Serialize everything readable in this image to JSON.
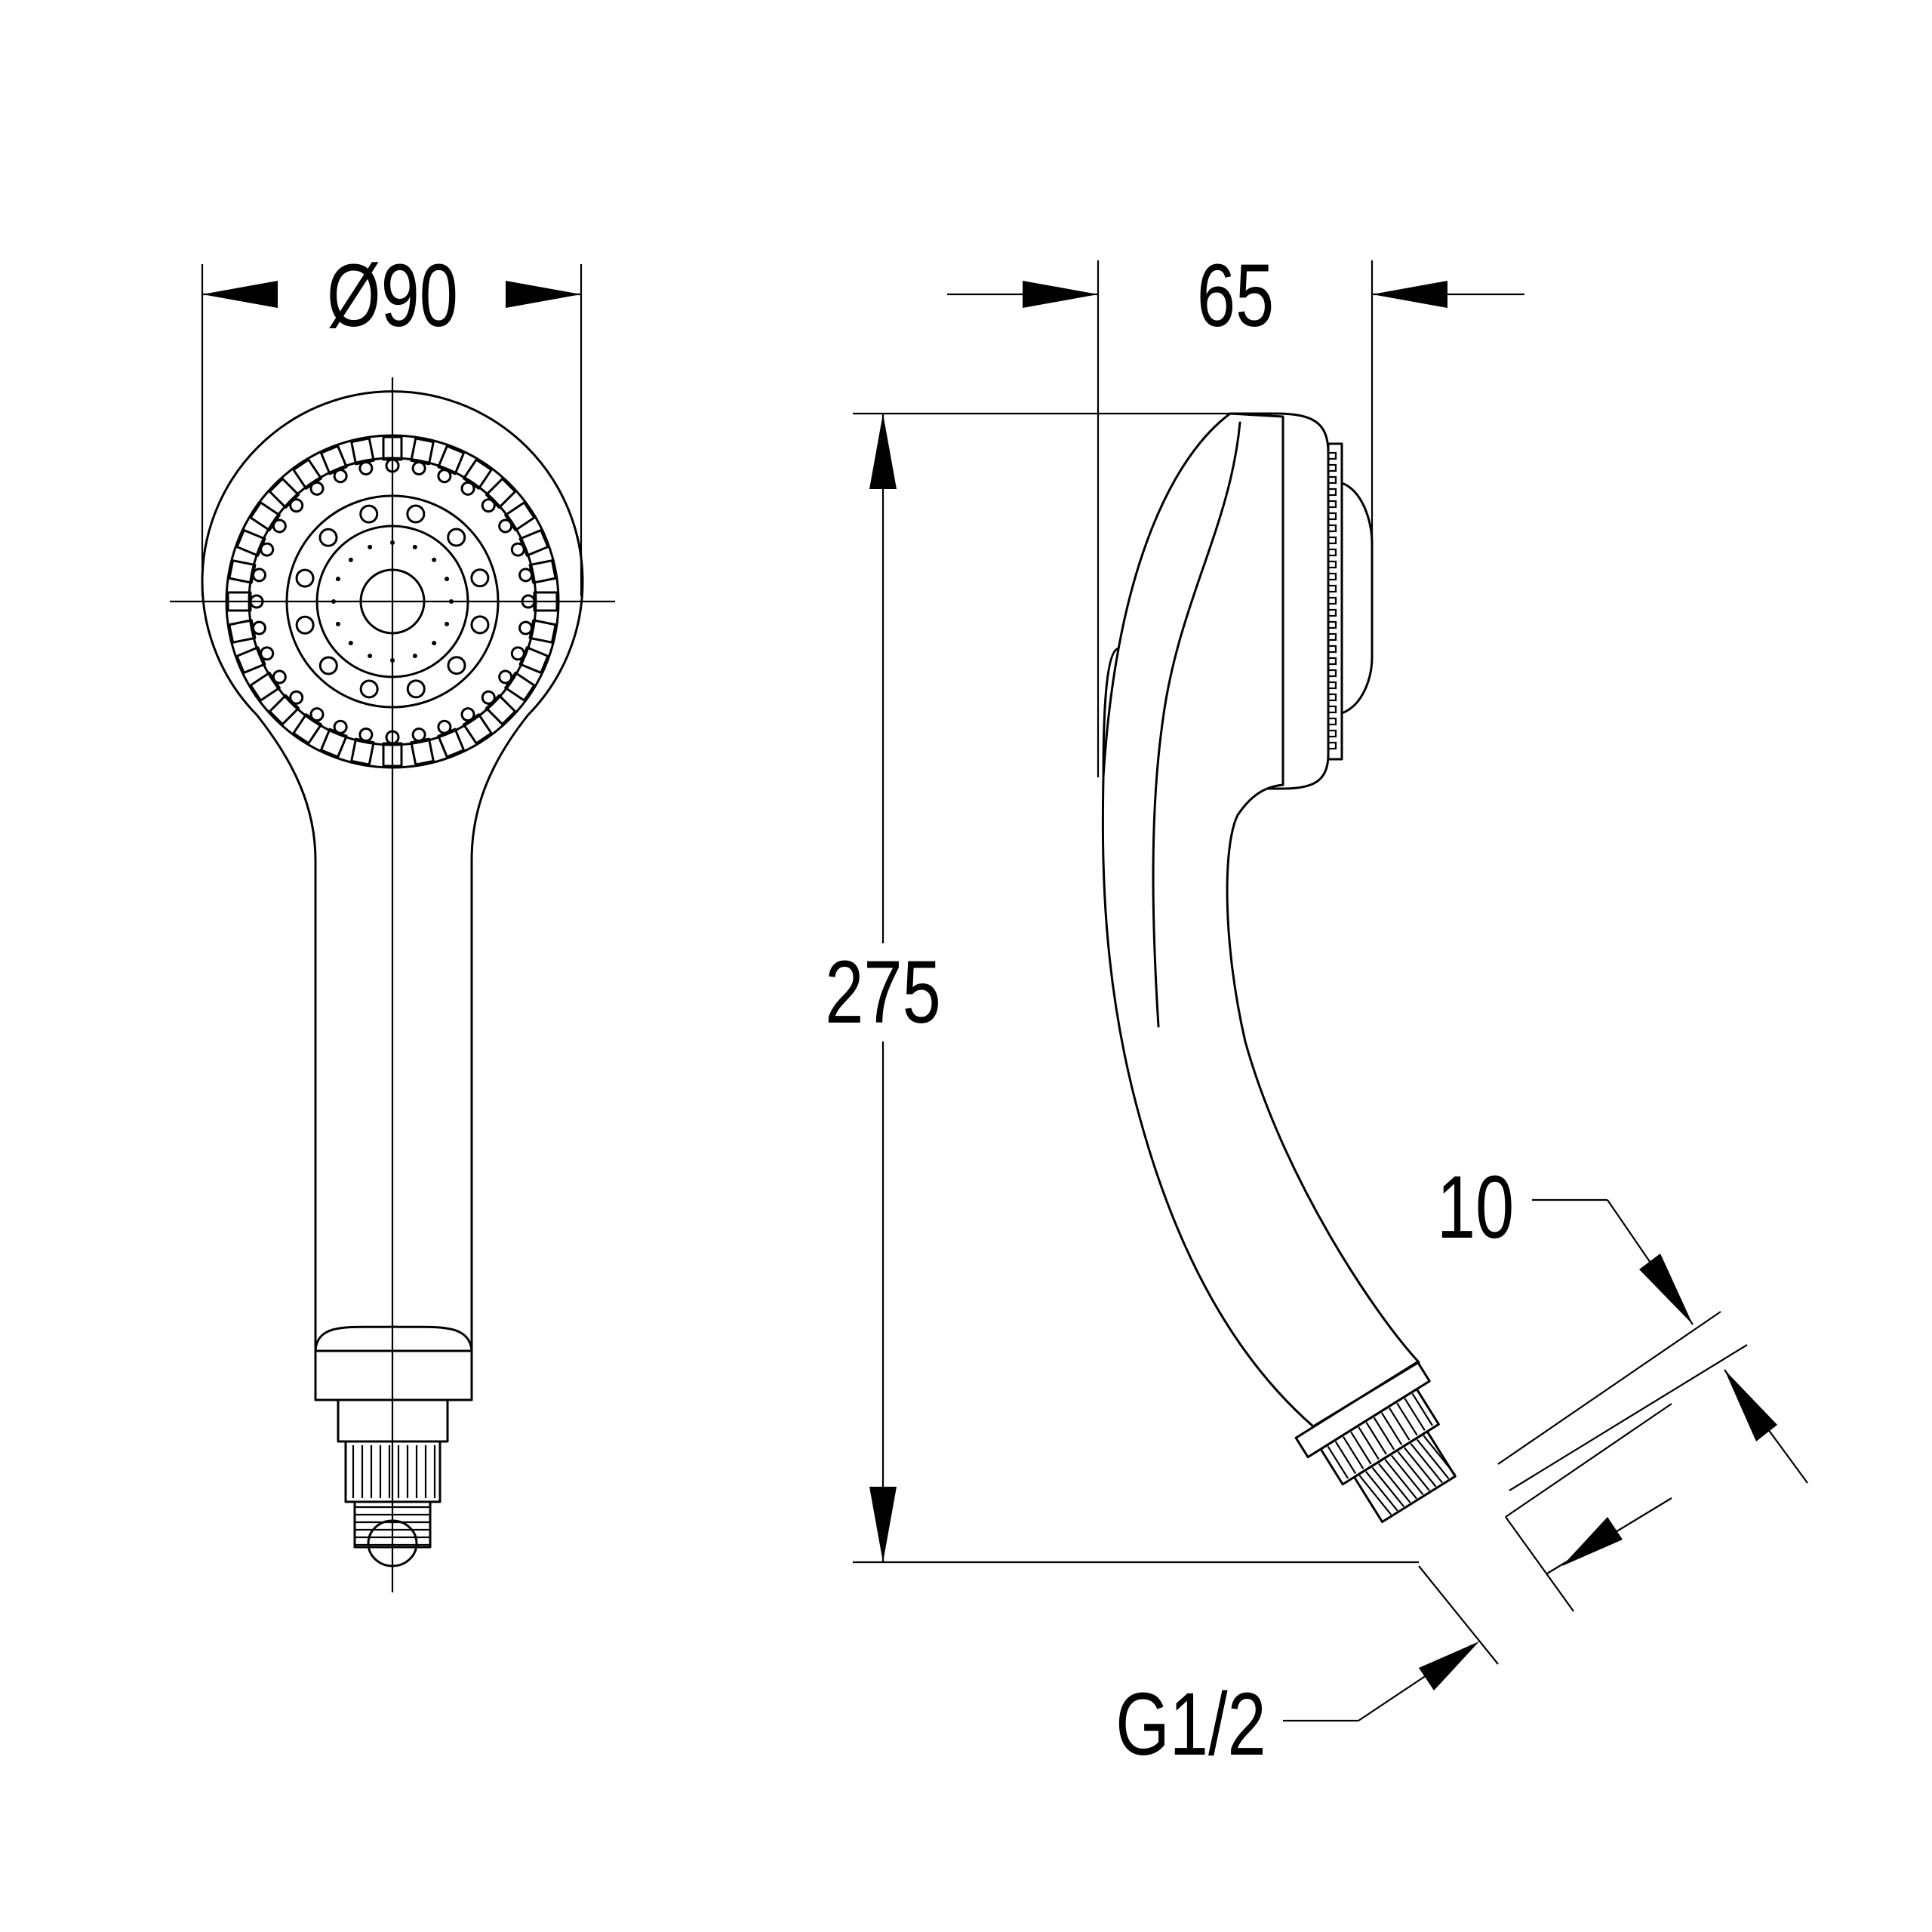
{
  "dimensions": {
    "diameter": "Ø90",
    "depth": "65",
    "height": "275",
    "thread_length": "10",
    "thread": "G1/2"
  },
  "colors": {
    "line": "#000000",
    "background": "#ffffff"
  }
}
